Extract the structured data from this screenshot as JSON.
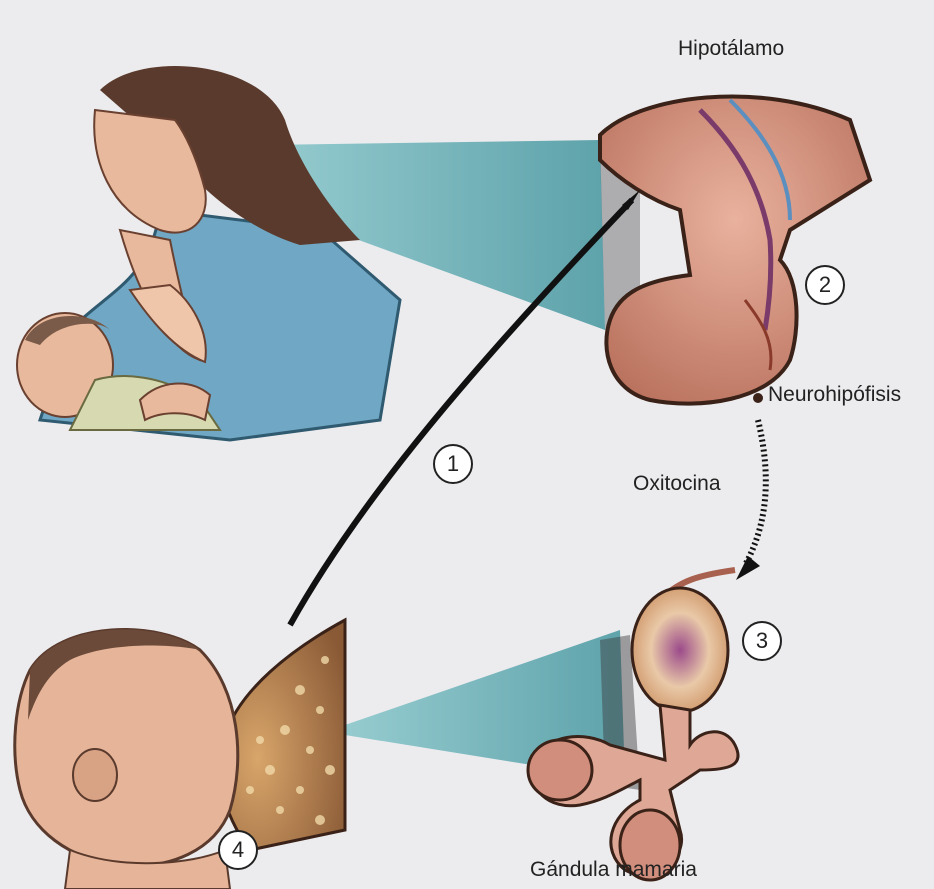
{
  "labels": {
    "hypothalamus": "Hipotálamo",
    "neurohypophysis": "Neurohipófisis",
    "hormone": "Oxitocina",
    "gland": "Gándula mamaria"
  },
  "steps": [
    "1",
    "2",
    "3",
    "4"
  ],
  "colors": {
    "background": "#ececee",
    "beam": "#6fb7bd",
    "tissue": "#d99a86",
    "tissue_dark": "#a8614f",
    "shirt": "#6fa7c4",
    "hair": "#5a3a2c",
    "skin": "#e8b99c",
    "pathway": "#111111"
  }
}
